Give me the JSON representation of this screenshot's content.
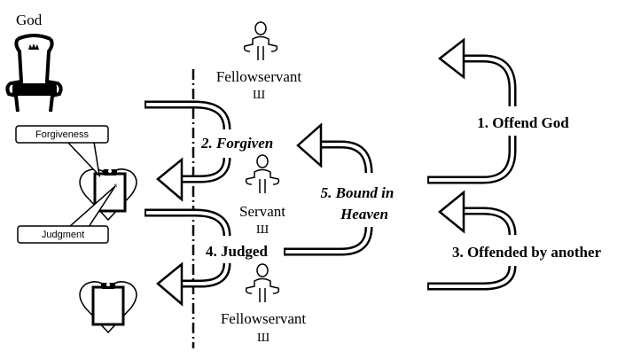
{
  "labels": {
    "god": "God",
    "fellowservant_top": "Fellowservant",
    "fellowservant_top_mark": "Ш",
    "servant": "Servant",
    "servant_mark": "Ш",
    "fellowservant_bottom": "Fellowservant",
    "fellowservant_bottom_mark": "Ш"
  },
  "steps": {
    "offend_god": "1. Offend God",
    "forgiven": "2. Forgiven",
    "offended_by_another": "3. Offended by another",
    "judged": "4. Judged",
    "bound_line1": "5. Bound in",
    "bound_line2": "Heaven"
  },
  "callouts": {
    "forgiveness": "Forgiveness",
    "judgment": "Judgment"
  }
}
